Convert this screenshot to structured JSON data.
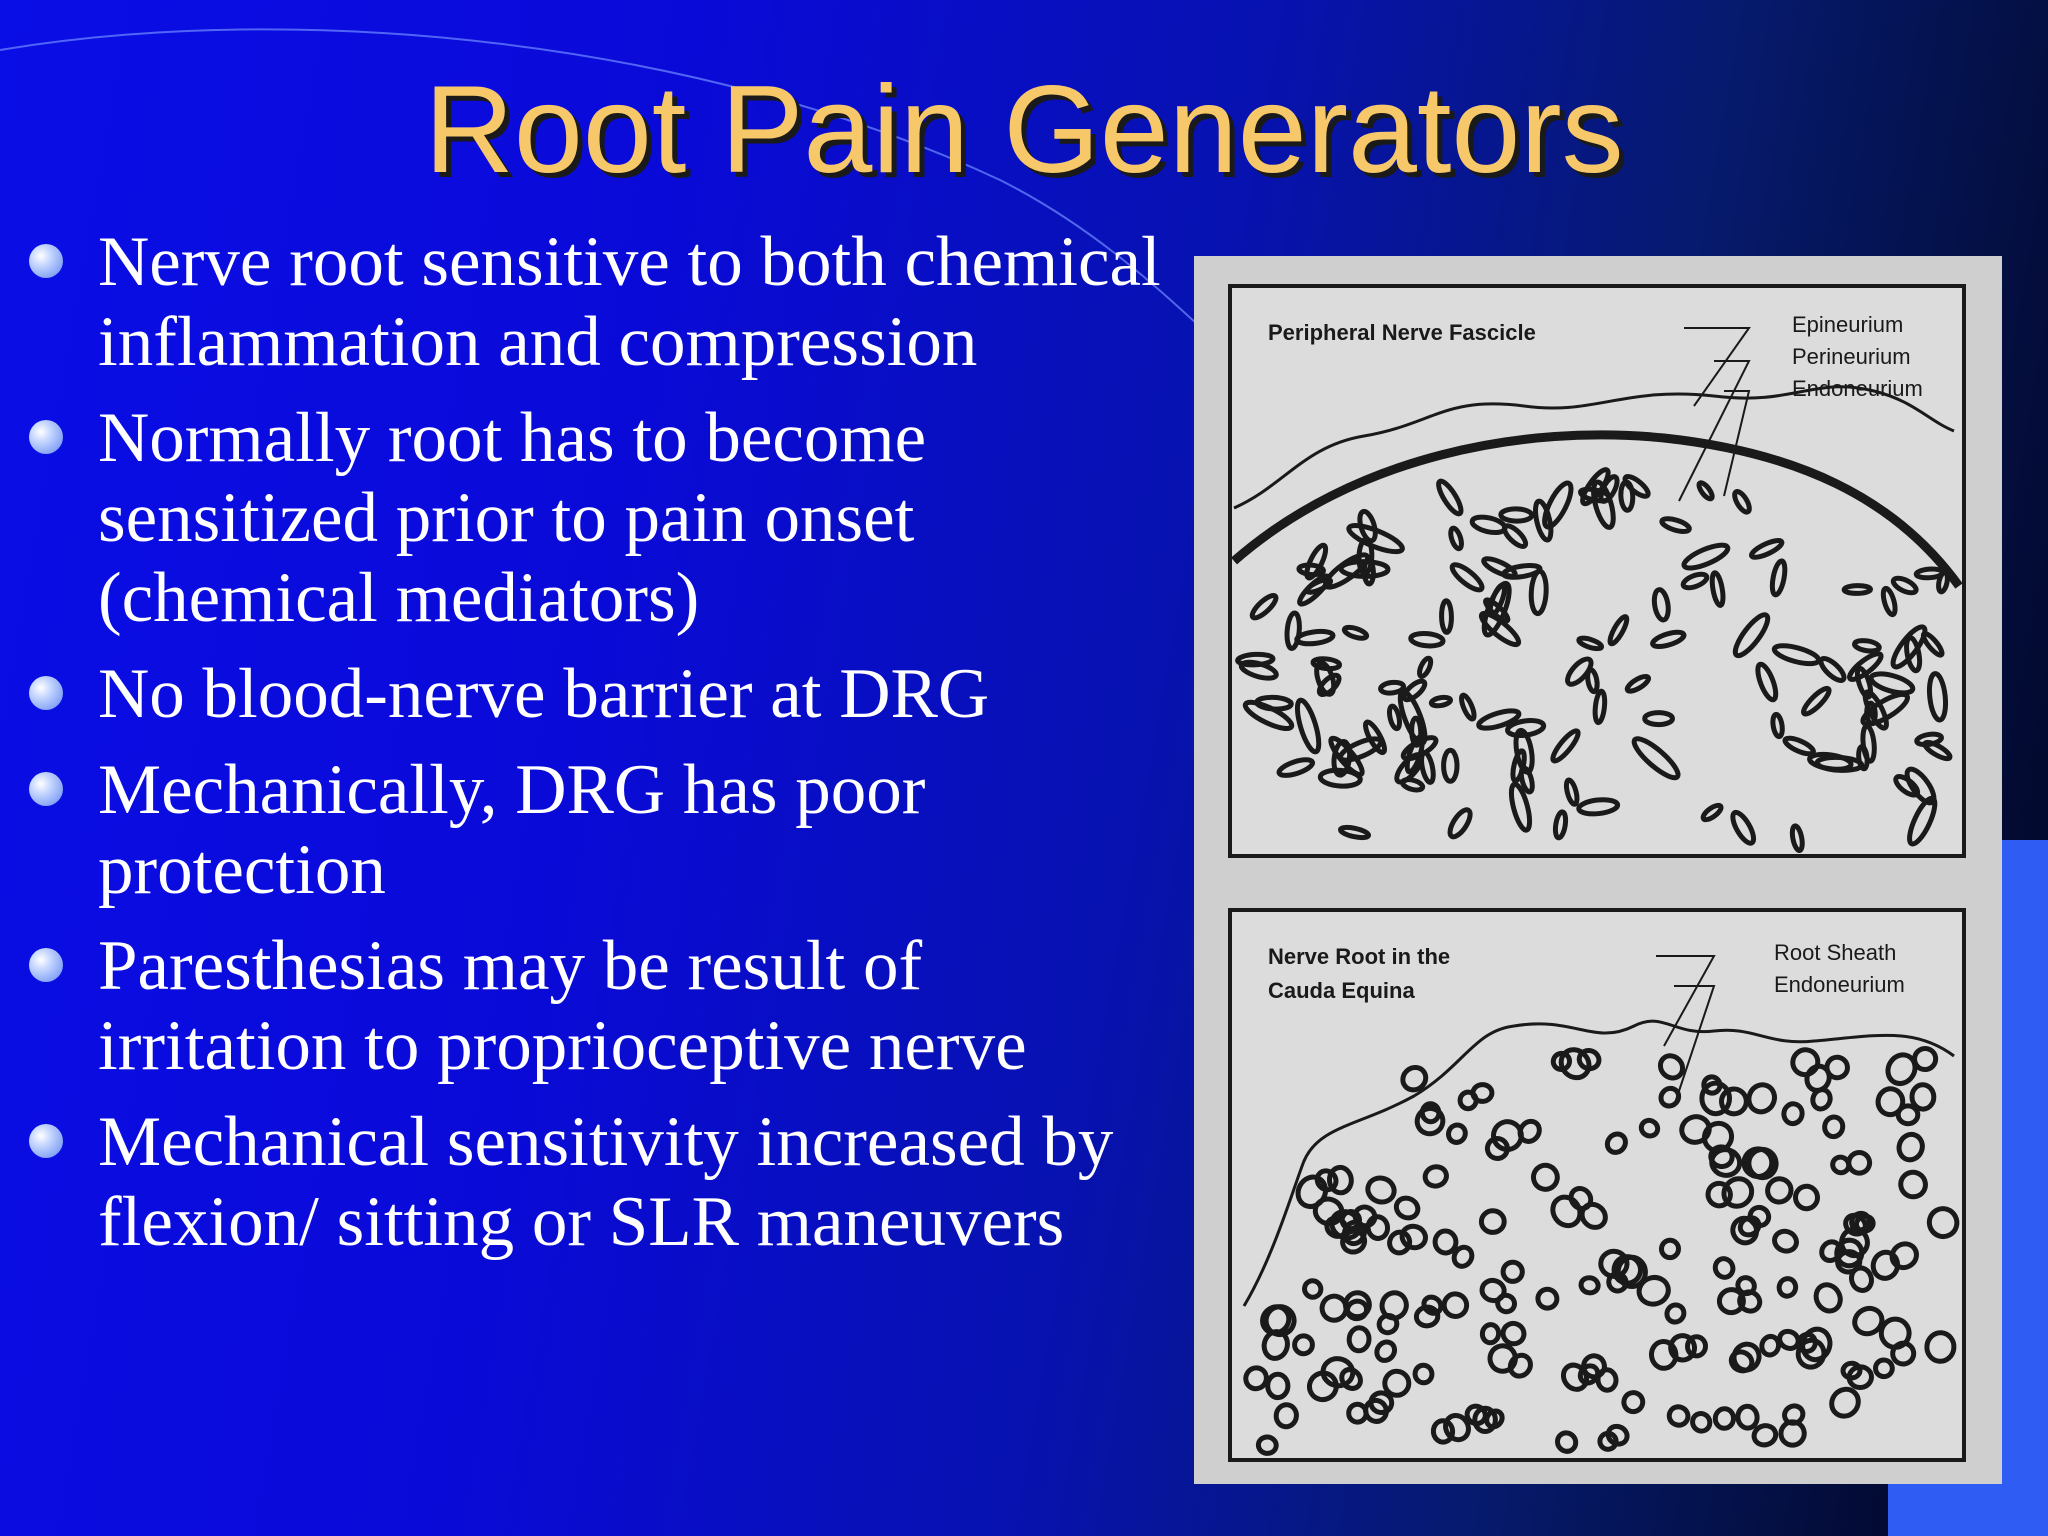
{
  "slide": {
    "title": "Root Pain Generators",
    "bullets": [
      "Nerve root sensitive to both chemical inflammation and compression",
      "Normally root has to become sensitized prior to pain onset (chemical mediators)",
      "No blood-nerve barrier at DRG",
      "Mechanically, DRG has poor protection",
      "Paresthesias may be result of irritation to proprioceptive nerve",
      "Mechanical sensitivity increased by flexion/ sitting or SLR maneuvers"
    ]
  },
  "figure": {
    "top_panel": {
      "title": "Peripheral Nerve Fascicle",
      "labels": [
        "Epineurium",
        "Perineurium",
        "Endoneurium"
      ]
    },
    "bottom_panel": {
      "title_line1": "Nerve Root in the",
      "title_line2": "Cauda Equina",
      "labels": [
        "Root Sheath",
        "Endoneurium"
      ]
    }
  },
  "colors": {
    "title": "#f7c86a",
    "bullet_text": "#ffffff",
    "background_start": "#0a0ee6",
    "background_end": "#02051c",
    "accent_block": "#2f5cf2"
  }
}
